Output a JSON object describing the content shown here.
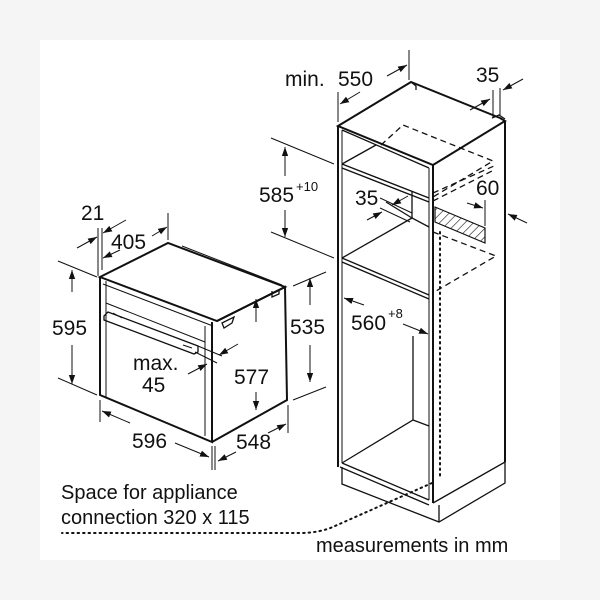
{
  "diagram": {
    "type": "installation-dimension-drawing",
    "units_note": "measurements in mm",
    "colors": {
      "background": "#f5f5f5",
      "panel": "#ffffff",
      "line": "#111111"
    },
    "appliance": {
      "name": "built-in oven",
      "dimensions": {
        "top_recess": "21",
        "top_depth": "405",
        "height_front": "595",
        "height_body": "577",
        "height_rear": "535",
        "width": "596",
        "depth": "548",
        "handle_offset_label": "max.",
        "handle_offset_value": "45"
      }
    },
    "cabinet": {
      "name": "tall housing unit",
      "dimensions": {
        "min_depth_label": "min.",
        "min_depth_value": "550",
        "rear_gap": "35",
        "niche_height": "585",
        "niche_height_tolerance": "+10",
        "shelf_cutout": "35",
        "ventilation_cutout": "60",
        "niche_width": "560",
        "niche_width_tolerance": "+8"
      }
    },
    "notes": {
      "connection_line1": "Space for appliance",
      "connection_line2": "connection 320 x 115",
      "measurements": "measurements in mm"
    }
  }
}
